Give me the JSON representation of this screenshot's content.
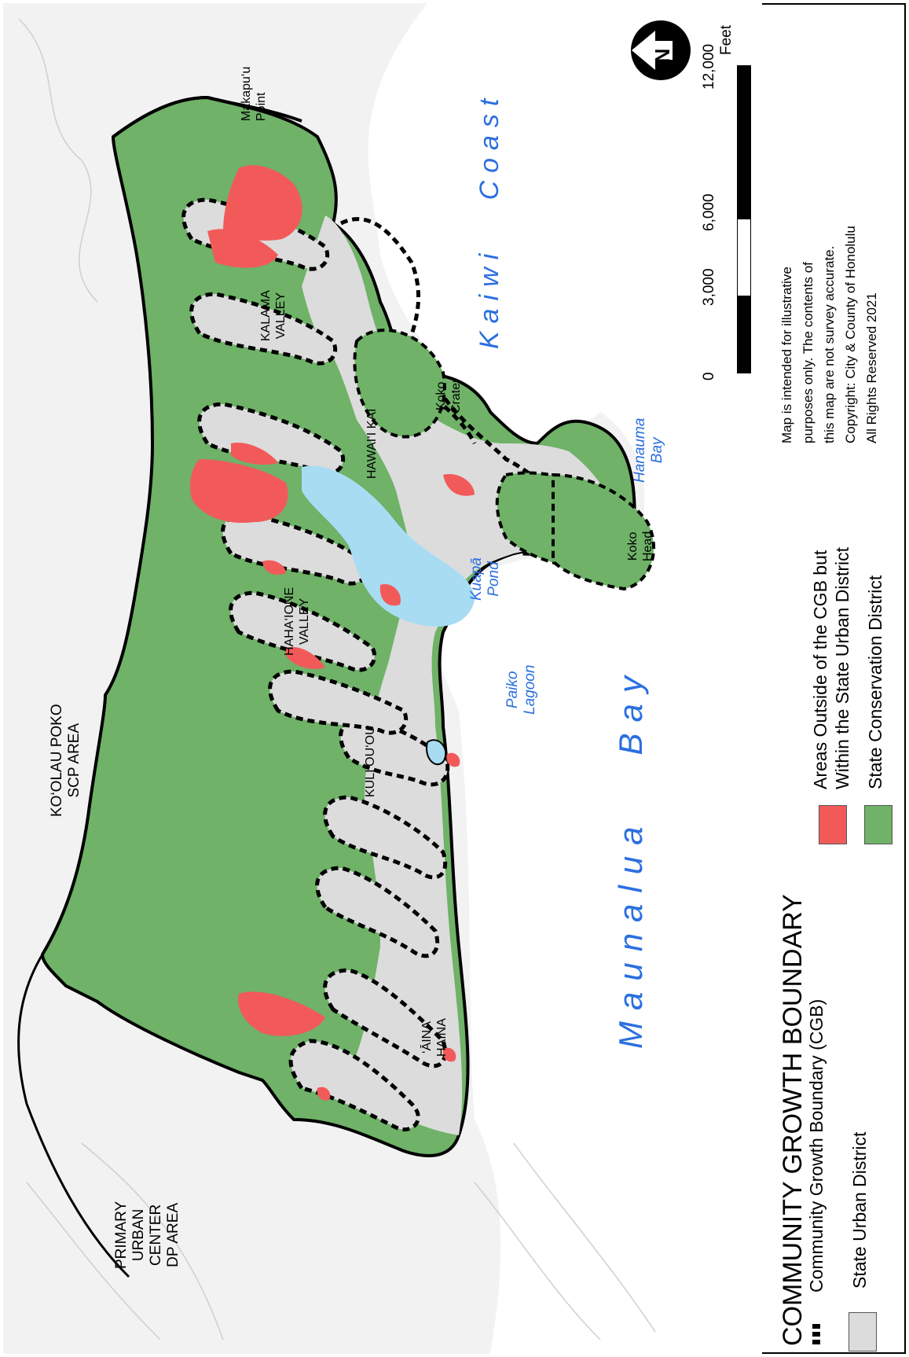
{
  "map": {
    "regions": {
      "north_area": "KO‘OLAU POKO\nSCP AREA",
      "west_area": "PRIMARY\nURBAN\nCENTER\nDP AREA"
    },
    "places": {
      "makapuu": "Makapu‘u\nPoint",
      "kalama": "KALAMA\nVALLEY",
      "hawaii_kai": "HAWAI‘I KAI",
      "hahaione": "HAHA‘IONE\nVALLEY",
      "kuliouou": "KULI‘OU‘OU",
      "aina_haina": "‘ĀINA\nHAINA",
      "koko_crater": "Koko\nCrater",
      "koko_head": "Koko\nHead"
    },
    "water": {
      "kaiwi": "Kaiwi   Coast",
      "maunalua": "Maunalua   Bay",
      "hanauma": "Hanauma\nBay",
      "kuapa": "Kuapā\nPond",
      "paiko": "Paiko\nLagoon"
    },
    "colors": {
      "conservation": "#6fb268",
      "urban": "#dcdcdc",
      "red": "#f25a5a",
      "water": "#a8dcf2",
      "background": "#f2f2f2",
      "water_text": "#2b6fe0"
    },
    "north_arrow": "N",
    "scale": {
      "labels": [
        "0",
        "3,000",
        "6,000",
        "12,000"
      ],
      "unit": "Feet"
    }
  },
  "legend": {
    "title": "COMMUNITY GROWTH BOUNDARY",
    "items": {
      "cgb": "Community Growth Boundary (CGB)",
      "urban": "State Urban District",
      "red_line1": "Areas Outside of the CGB but",
      "red_line2": "Within the State Urban District",
      "conservation": "State Conservation District"
    },
    "note": [
      "Map is intended for illustrative",
      "purposes only.  The contents of",
      "this map are not survey accurate.",
      "Copyright:  City & County of Honolulu",
      "All Rights Reserved 2021"
    ]
  }
}
